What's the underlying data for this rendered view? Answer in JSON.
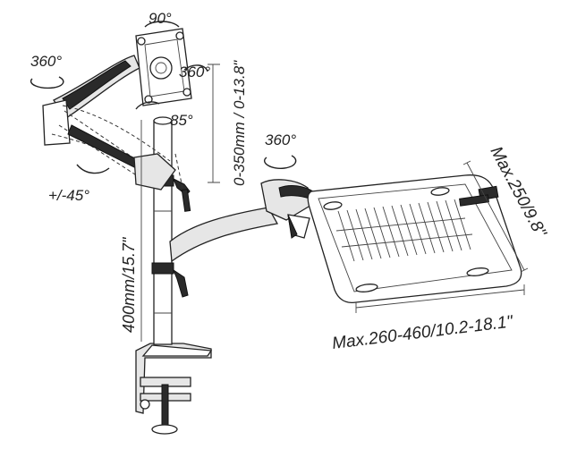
{
  "labels": {
    "tilt_top": "90°",
    "swivel_left": "360°",
    "rotate_vesa": "360°",
    "height_arm": "0-350mm / 0-13.8\"",
    "tilt_85": "85°",
    "swivel_laptop": "360°",
    "tilt_45": "+/-45°",
    "pole_height": "400mm/15.7\"",
    "tray_depth": "Max.250/9.8\"",
    "tray_width": "Max.260-460/10.2-18.1\""
  }
}
